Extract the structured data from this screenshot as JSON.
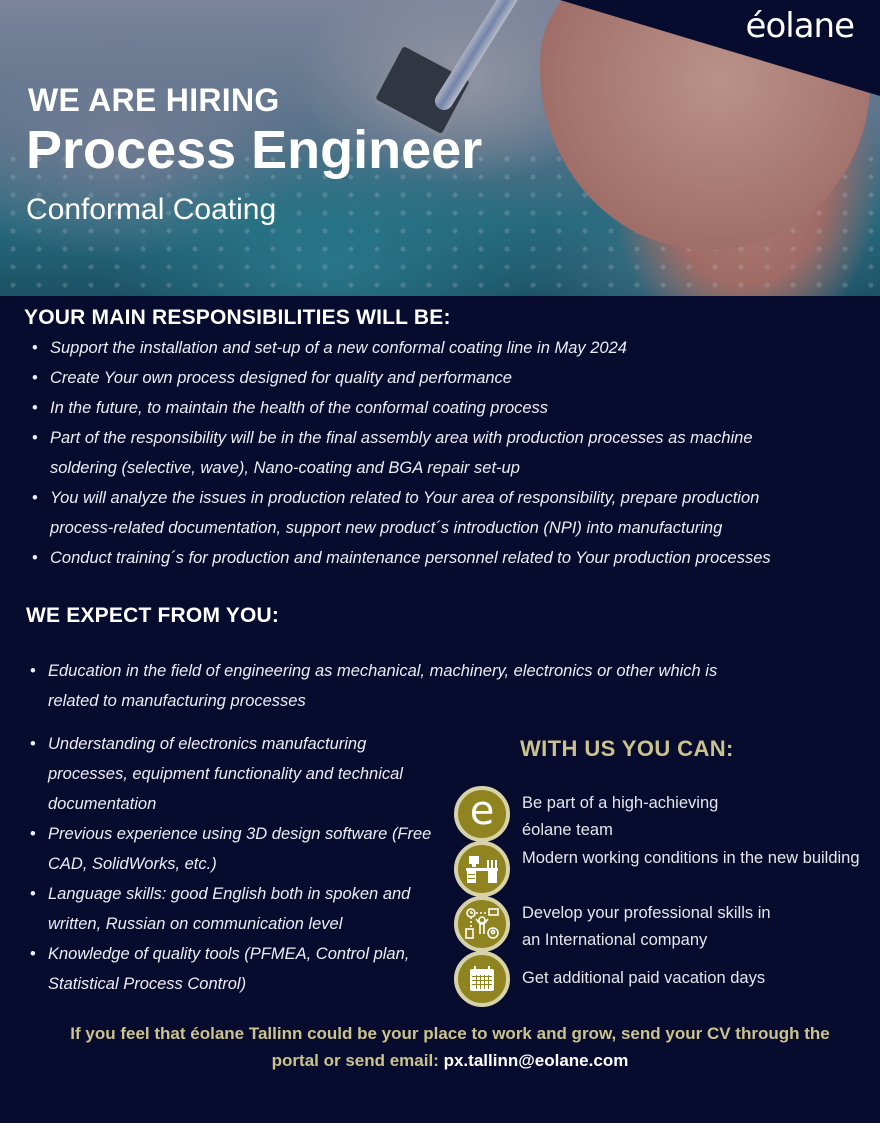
{
  "brand": {
    "logo_text": "éolane",
    "logo_accent_color": "#c9c000",
    "background_color": "#070c2f",
    "gold_color": "#cbc28c",
    "badge_color": "#8f8420"
  },
  "hero": {
    "kicker": "WE ARE HIRING",
    "title": "Process Engineer",
    "subtitle": "Conformal Coating"
  },
  "responsibilities": {
    "title": "YOUR MAIN RESPONSIBILITIES WILL BE:",
    "items": [
      "Support the installation and set-up of a new conformal coating line in May 2024",
      "Create Your own process designed for quality and performance",
      "In the future, to maintain the health of the conformal coating process",
      "Part of the responsibility will be in the final assembly area with production processes as machine soldering (selective, wave), Nano-coating and BGA repair set-up",
      "You will analyze the issues in production related to Your area of responsibility, prepare production process-related documentation, support new product´s introduction (NPI) into manufacturing",
      "Conduct training´s for production and maintenance personnel related to Your production processes"
    ]
  },
  "expectations": {
    "title": "WE EXPECT FROM YOU:",
    "items": [
      "Education in the field of engineering as mechanical, machinery, electronics or other which is related to manufacturing processes",
      "Understanding of electronics manufacturing processes, equipment functionality and technical documentation",
      "Previous experience using 3D design software (Free CAD, SolidWorks, etc.)",
      "Language skills: good English both in spoken and written, Russian on communication level",
      "Knowledge of quality tools (PFMEA, Control plan, Statistical Process Control)"
    ]
  },
  "benefits": {
    "title": "WITH US YOU CAN:",
    "items": [
      {
        "icon": "eolane-e-icon",
        "text": "Be part of a high-achieving éolane team"
      },
      {
        "icon": "office-desk-icon",
        "text": "Modern working conditions in the new building"
      },
      {
        "icon": "professional-development-icon",
        "text": "Develop your professional skills in an International company"
      },
      {
        "icon": "calendar-icon",
        "text": "Get additional paid vacation days"
      }
    ]
  },
  "cta": {
    "text": "If you feel that éolane Tallinn could be your place to work and grow, send your CV  through the portal or send email:",
    "email": "px.tallinn@eolane.com"
  }
}
